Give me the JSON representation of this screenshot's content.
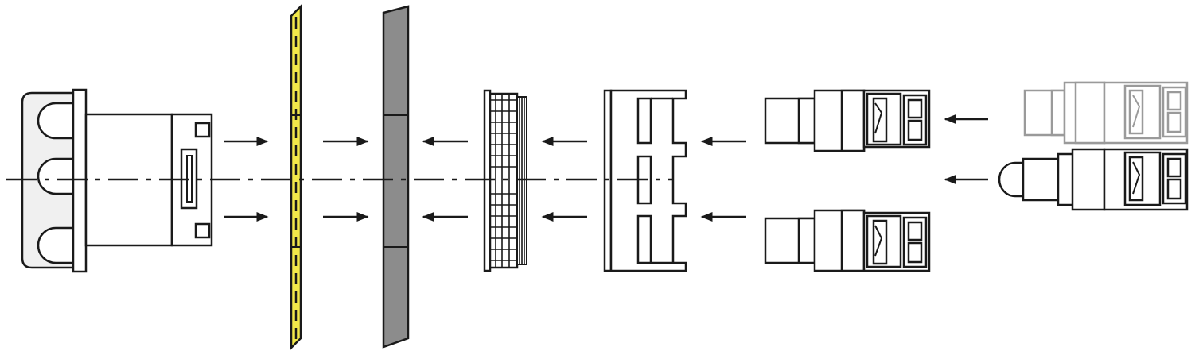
{
  "diagram": {
    "kind": "exploded-assembly",
    "components": [
      {
        "name": "housing-base",
        "shape": "housing with three tabs"
      },
      {
        "name": "gasket",
        "shape": "thin plate",
        "fill": "#f2e84a"
      },
      {
        "name": "panel-wall",
        "shape": "thick plate",
        "fill": "#8c8c8c"
      },
      {
        "name": "locking-nut",
        "shape": "serrated ring"
      },
      {
        "name": "adapter-frame",
        "shape": "frame with two ports"
      },
      {
        "name": "connector-upper",
        "shape": "plug"
      },
      {
        "name": "connector-lower",
        "shape": "plug"
      },
      {
        "name": "connector-alternate-ghost",
        "shape": "plug (faded)"
      },
      {
        "name": "connector-alternate-dust-cap",
        "shape": "plug with rounded cap"
      }
    ],
    "arrows": [
      {
        "direction": "right",
        "count": 4
      },
      {
        "direction": "left",
        "count": 8
      }
    ],
    "centerline": "dash-dot",
    "colors": {
      "line": "#1a1a1a",
      "housing_fill": "#f0f0f0",
      "gasket": "#f2e84a",
      "panel": "#8c8c8c",
      "ghost": "#9a9a9a"
    }
  }
}
